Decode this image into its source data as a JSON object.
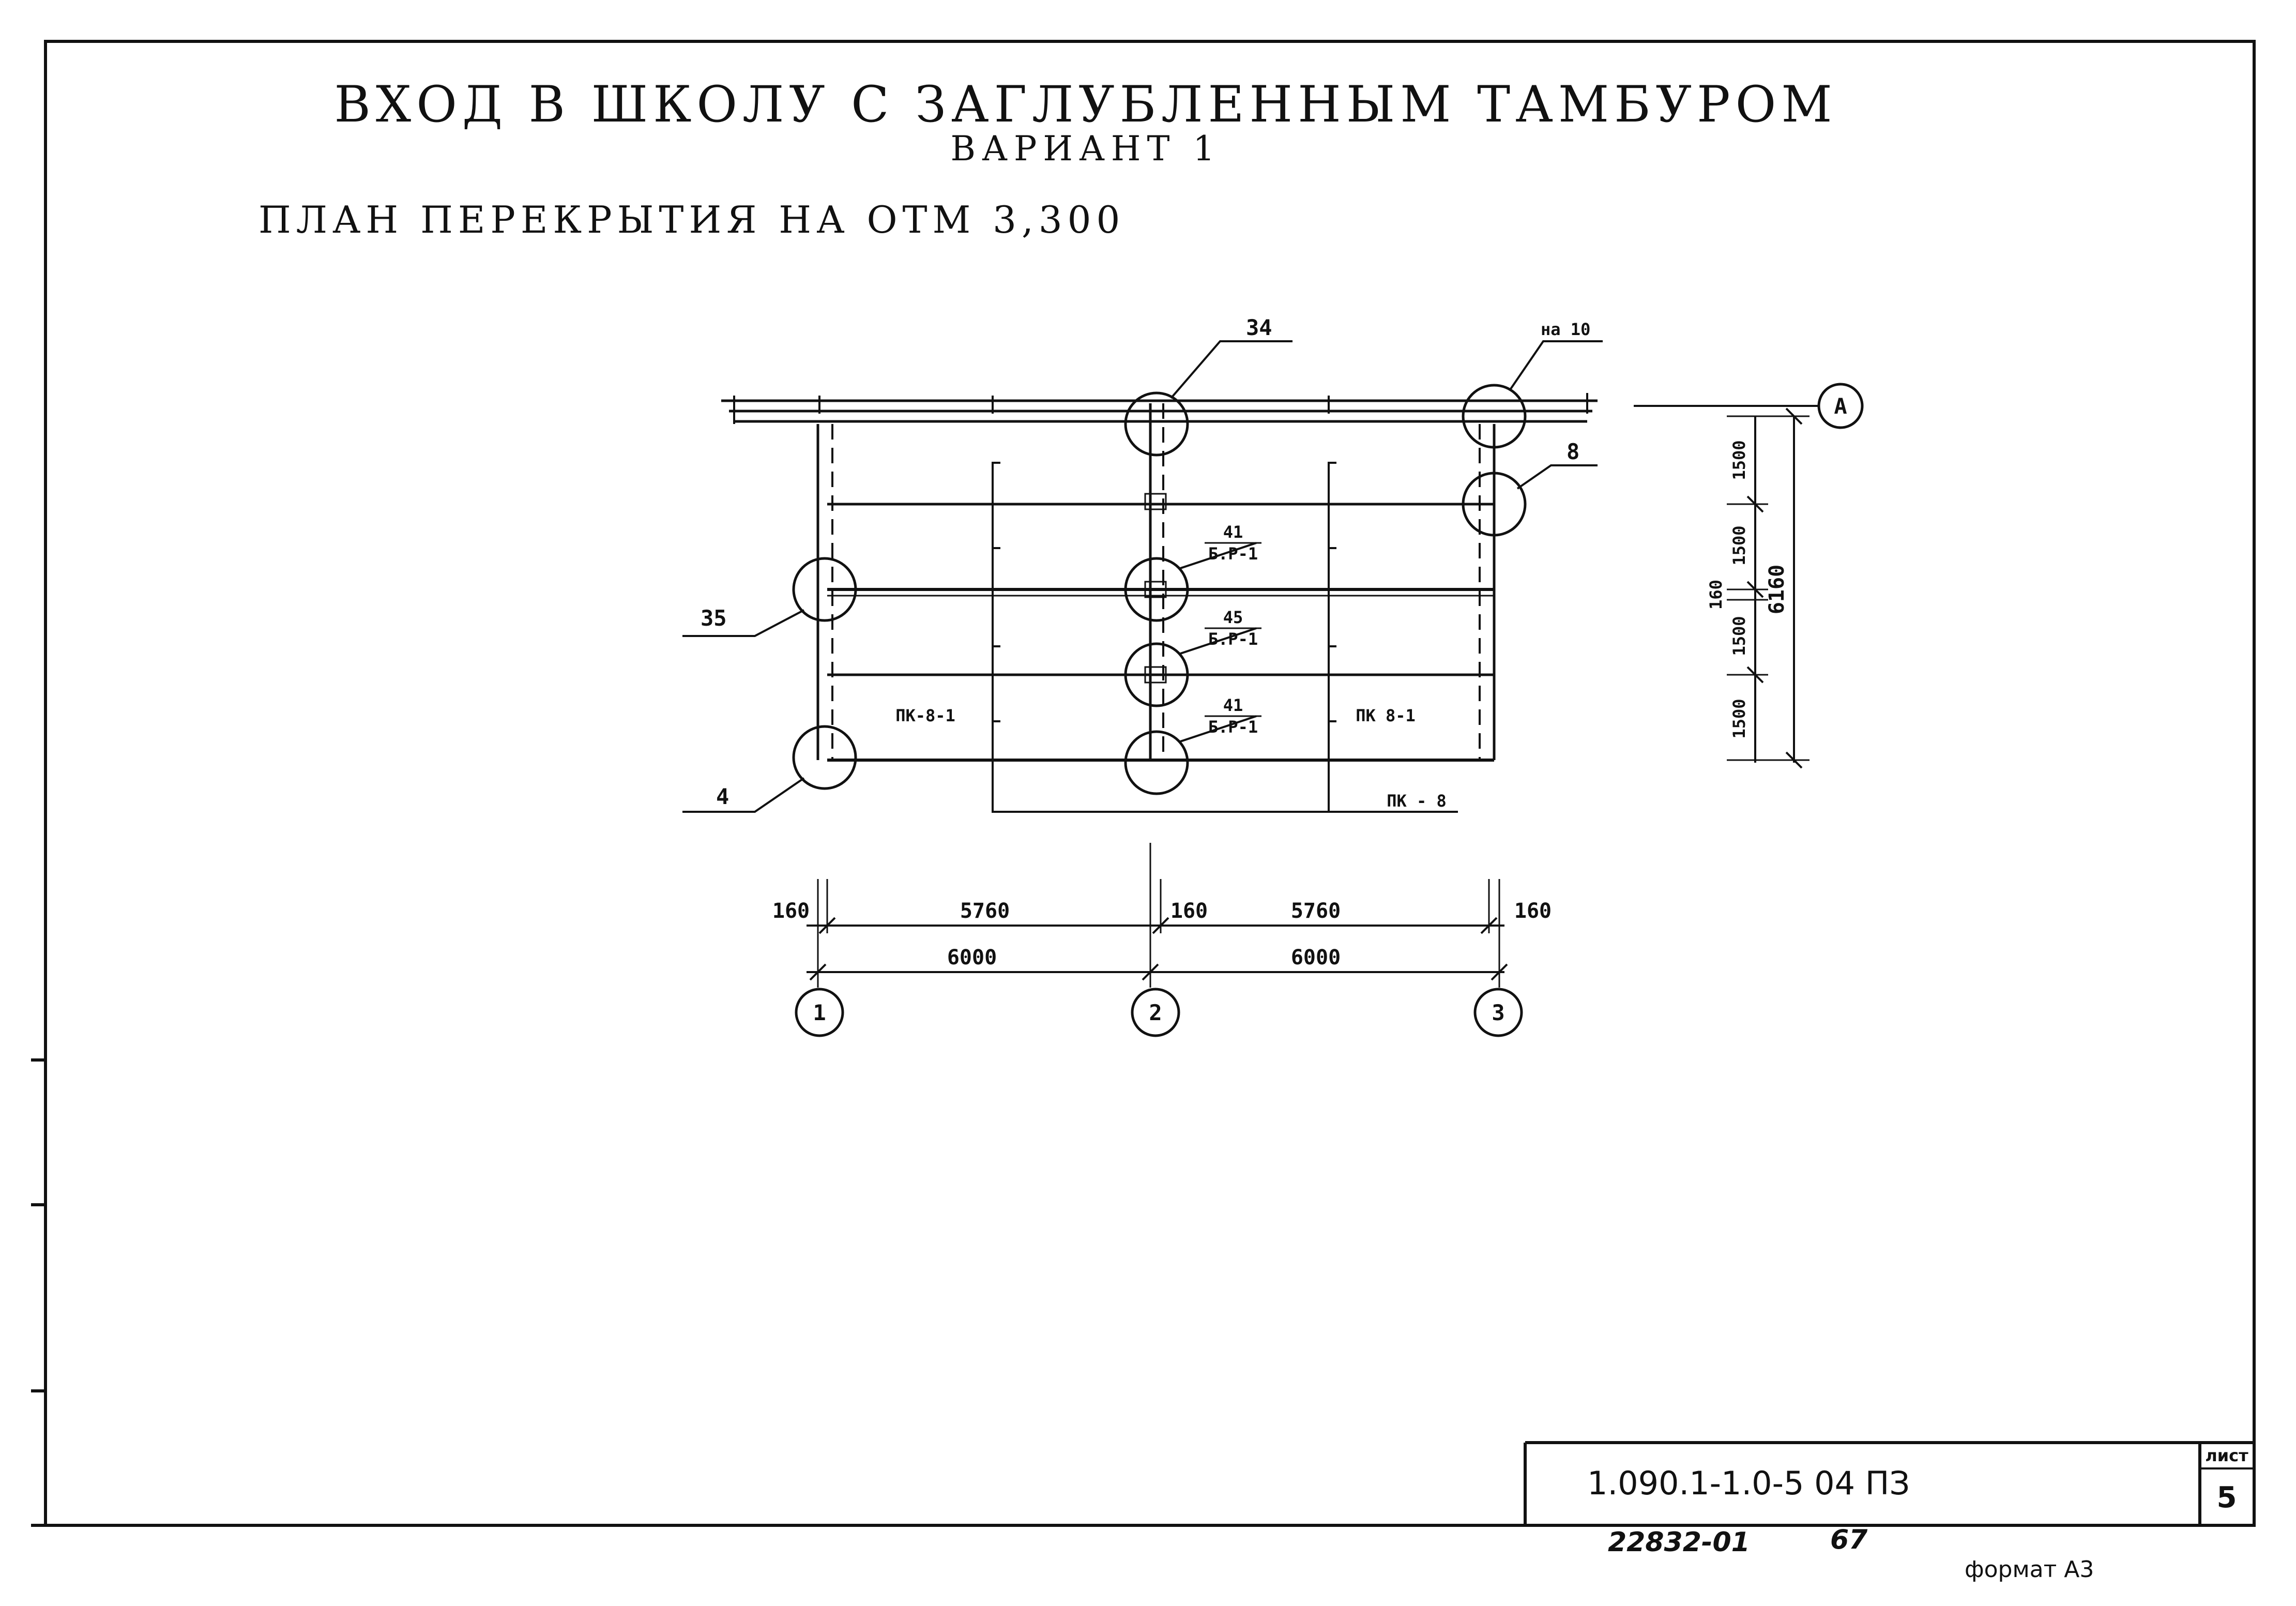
{
  "title": "ВХОД В ШКОЛУ С ЗАГЛУБЛЕННЫМ ТАМБУРОМ",
  "subtitle": "ВАРИАНТ 1",
  "plan_heading": "ПЛАН ПЕРЕКРЫТИЯ НА ОТМ 3,300",
  "callouts": {
    "c34": "34",
    "c10": "на 10",
    "c8": "8",
    "c35": "35",
    "c4": "4",
    "c41a": "41",
    "c41a_sub": "Б.Р-1",
    "c45": "45",
    "c45_sub": "Б.Р-1",
    "c41b": "41",
    "c41b_sub": "Б.Р-1"
  },
  "slabs": {
    "left": "ПК-8-1",
    "right": "ПК 8-1",
    "bottom": "ПК - 8"
  },
  "axes": {
    "a1": "1",
    "a2": "2",
    "a3": "3",
    "aA": "А"
  },
  "dims_horizontal": {
    "d160_left": "160",
    "d5760_left": "5760",
    "d160_mid": "160",
    "d5760_right": "5760",
    "d160_right": "160",
    "d6000_left": "6000",
    "d6000_right": "6000"
  },
  "dims_vertical": {
    "d1500_1": "1500",
    "d1500_2": "1500",
    "d1500_3": "1500",
    "d1500_4": "1500",
    "d160": "160",
    "d6160": "6160"
  },
  "stamp": {
    "doc_code": "1.090.1-1.0-5    04 ПЗ",
    "sheet_label": "лист",
    "sheet_number": "5"
  },
  "footer": {
    "inventory": "22832-01",
    "page": "67",
    "format": "формат А3"
  }
}
